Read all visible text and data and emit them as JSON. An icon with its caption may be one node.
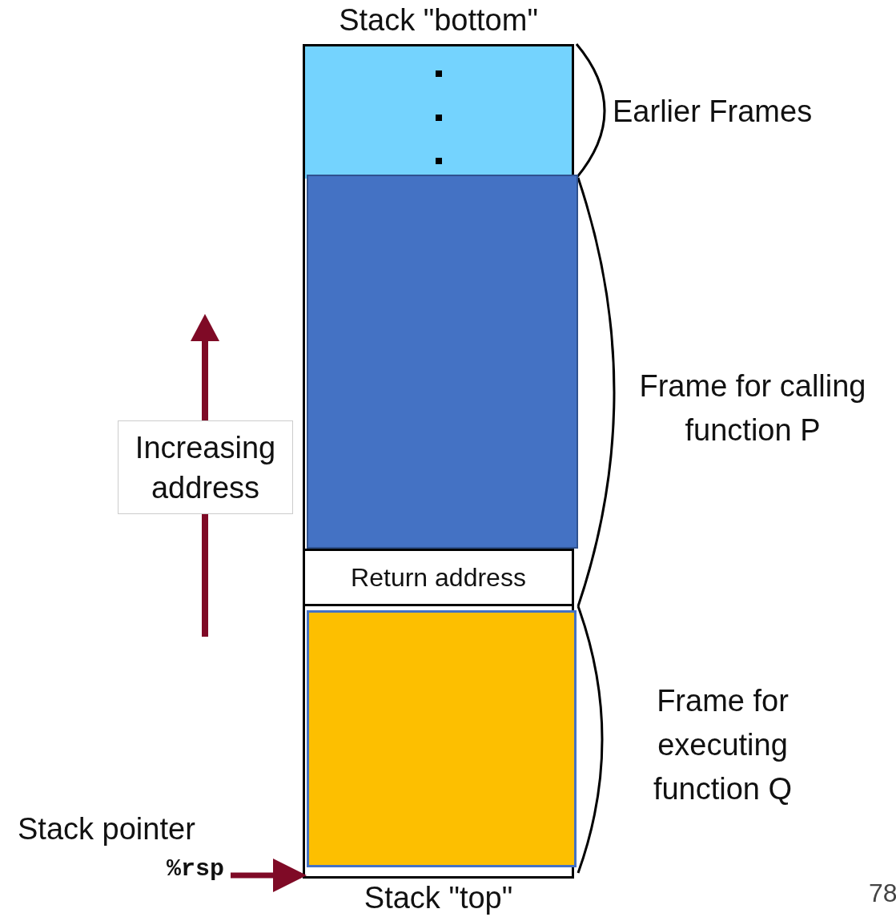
{
  "diagram": {
    "nodes": [
      {
        "text": [
          "Stack \"bottom\"",
          "Stack \"top\""
        ]
      },
      {
        "text": [],
        "shape": "box",
        "in": 0,
        "beside": [
          "Earlier Frames"
        ]
      },
      {
        "text": [],
        "shape": "box",
        "in": 0,
        "beside": [
          "Frame for calling function P"
        ]
      },
      {
        "text": [
          "Return address"
        ],
        "in": 0
      },
      {
        "text": [],
        "shape": "box",
        "in": 0,
        "beside": [
          "Frame for executing function Q"
        ]
      },
      {
        "text": [
          "Stack pointer",
          "%rsp"
        ]
      }
    ],
    "edges": [
      {
        "from": 5,
        "to": 0,
        "arrow": "to"
      }
    ],
    "labels": [
      "Increasing address",
      "78"
    ]
  }
}
